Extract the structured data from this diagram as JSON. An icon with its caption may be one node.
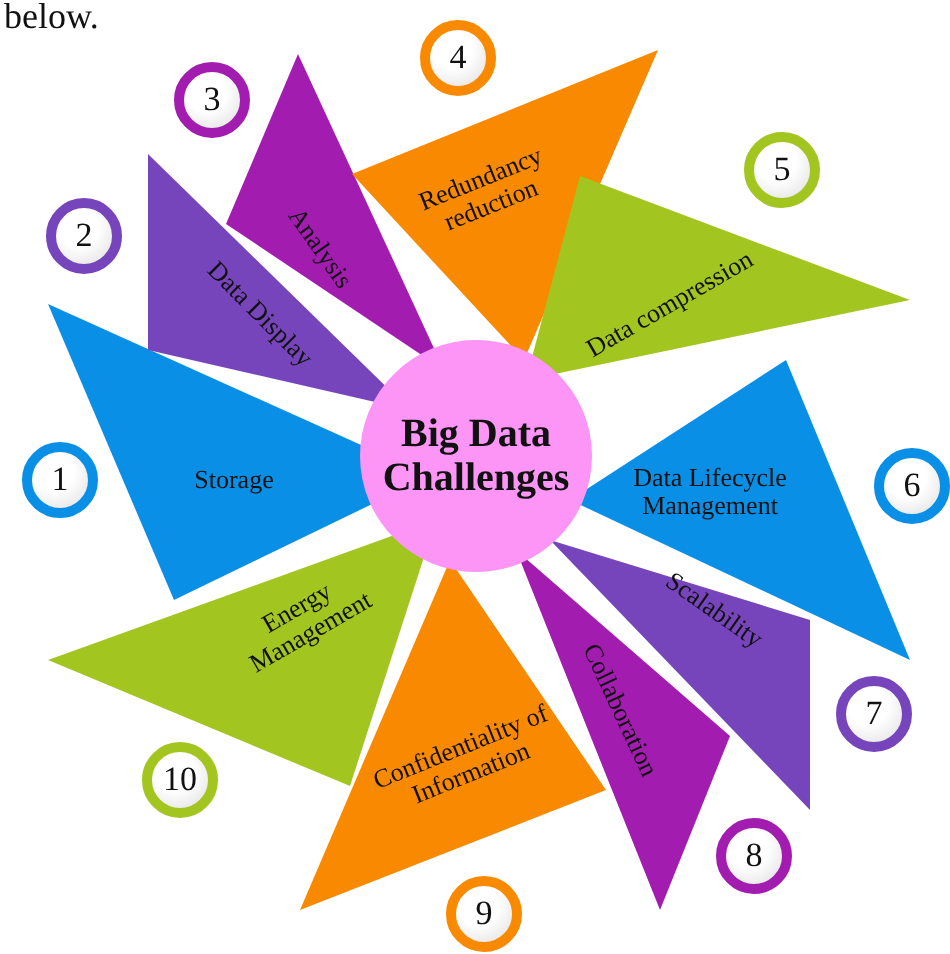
{
  "diagram": {
    "nodes": [
      {
        "text": [
          "Big Data Challenges"
        ]
      },
      {
        "text": [
          "Storage"
        ]
      },
      {
        "text": [
          "Data Display"
        ]
      },
      {
        "text": [
          "Analysis"
        ]
      },
      {
        "text": [
          "Redundancy reduction"
        ]
      },
      {
        "text": [
          "Data compression"
        ]
      },
      {
        "text": [
          "Data Lifecycle Management"
        ]
      },
      {
        "text": [
          "Scalability"
        ]
      },
      {
        "text": [
          "Collaboration"
        ]
      },
      {
        "text": [
          "Confidentiality of Information"
        ]
      },
      {
        "text": [
          "Energy Management"
        ]
      },
      {
        "text": [
          "1"
        ]
      },
      {
        "text": [
          "2"
        ]
      },
      {
        "text": [
          "3"
        ]
      },
      {
        "text": [
          "4"
        ]
      },
      {
        "text": [
          "5"
        ]
      },
      {
        "text": [
          "6"
        ]
      },
      {
        "text": [
          "7"
        ]
      },
      {
        "text": [
          "8"
        ]
      },
      {
        "text": [
          "9"
        ]
      },
      {
        "text": [
          "10"
        ]
      }
    ],
    "labels": [
      "below."
    ]
  }
}
